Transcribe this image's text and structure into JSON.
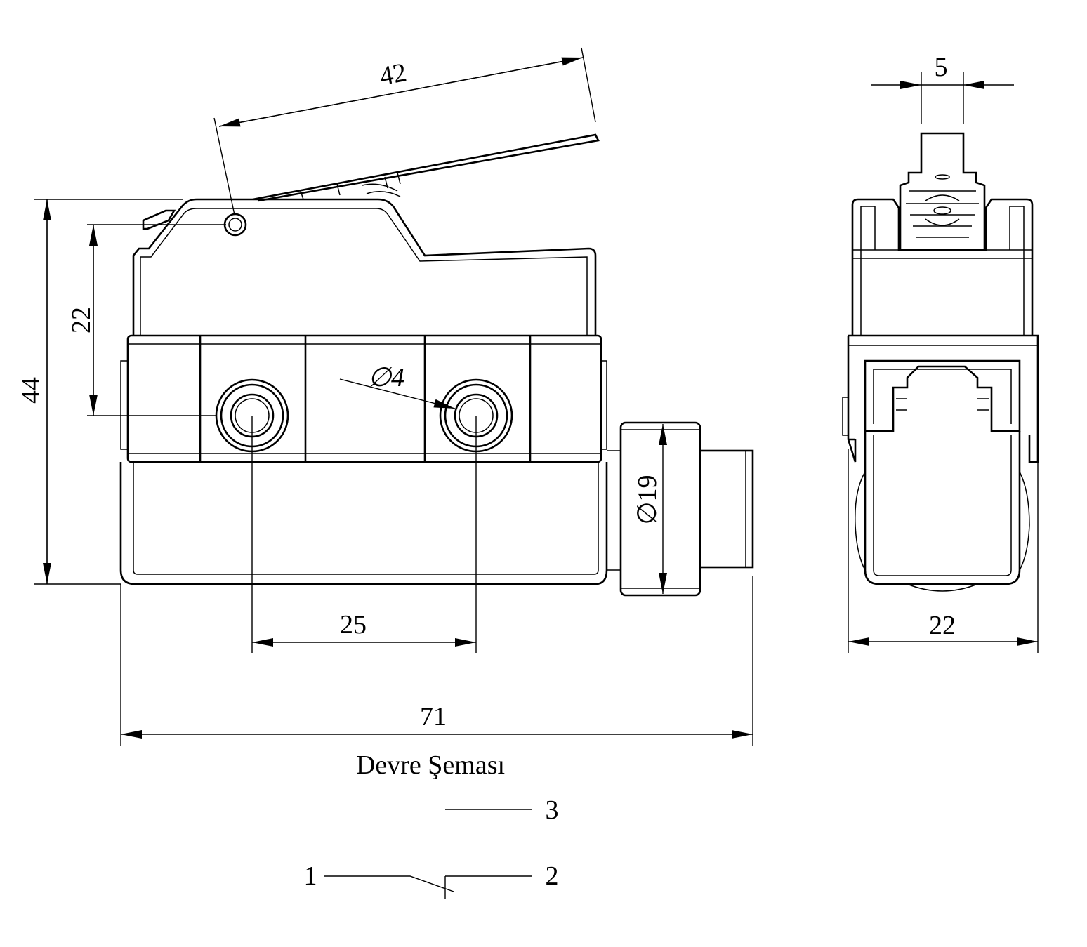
{
  "dimensions": {
    "lever_length": "42",
    "actuator_width": "5",
    "total_height": "44",
    "mount_height": "22",
    "hole_diameter": "∅4",
    "roller_diameter": "∅19",
    "hole_spacing": "25",
    "total_length": "71",
    "side_width": "22"
  },
  "circuit": {
    "title": "Devre Şeması",
    "terminal_1": "1",
    "terminal_2": "2",
    "terminal_3": "3"
  }
}
